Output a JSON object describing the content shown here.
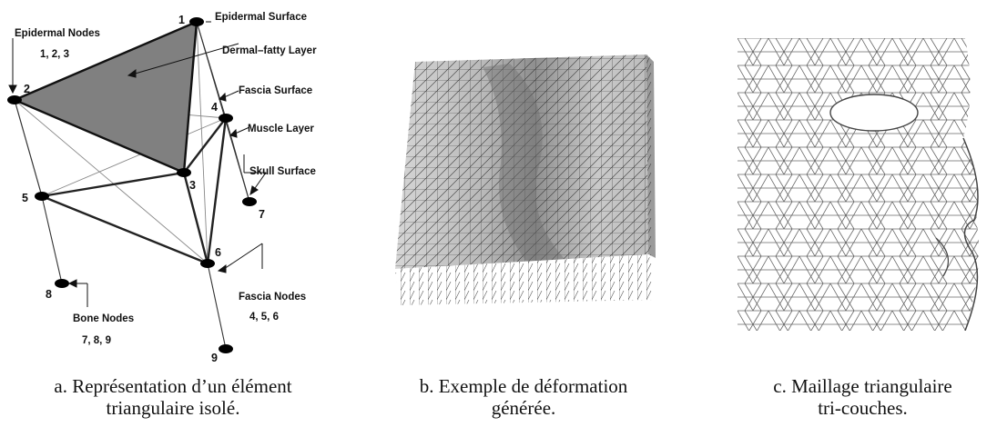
{
  "panel_a": {
    "labels": {
      "epidermal_surface": "Epidermal Surface",
      "epidermal_nodes": "Epidermal Nodes",
      "epidermal_nodes_list": "1, 2, 3",
      "dermal_fatty_layer": "Dermal–fatty Layer",
      "fascia_surface": "Fascia Surface",
      "muscle_layer": "Muscle Layer",
      "skull_surface": "Skull Surface",
      "fascia_nodes": "Fascia Nodes",
      "fascia_nodes_list": "4, 5, 6",
      "bone_nodes": "Bone Nodes",
      "bone_nodes_list": "7, 8, 9"
    },
    "node_numbers": [
      "1",
      "2",
      "3",
      "4",
      "5",
      "6",
      "7",
      "8",
      "9"
    ]
  },
  "captions": {
    "a_line1": "a. Représentation d’un élément",
    "a_line2": "triangulaire isolé.",
    "b_line1": "b. Exemple de déformation",
    "b_line2": "générée.",
    "c_line1": "c. Maillage triangulaire",
    "c_line2": "tri-couches."
  }
}
